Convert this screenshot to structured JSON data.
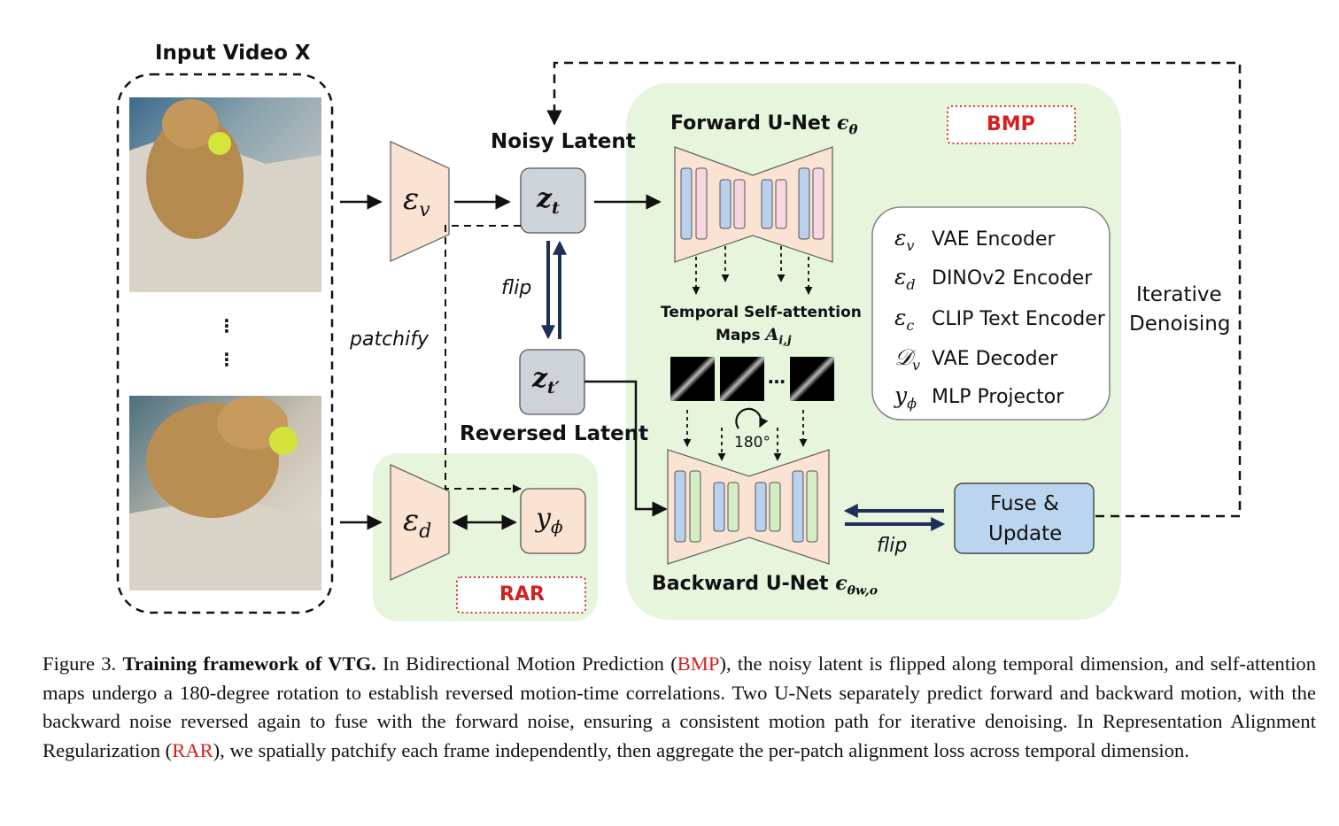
{
  "figure": {
    "input_title": "Input Video X",
    "ellipsis": "⋮",
    "noisy_latent_title": "Noisy Latent",
    "reversed_latent_title": "Reversed Latent",
    "zt": "z",
    "zt_sub": "t",
    "ztp_sub": "t′",
    "flip_top": "flip",
    "flip_bottom": "flip",
    "patchify": "patchify",
    "enc_v": "ε",
    "enc_v_sub": "v",
    "enc_d": "ε",
    "enc_d_sub": "d",
    "proj": "y",
    "proj_sub": "ϕ",
    "rar_label": "RAR",
    "bmp_label": "BMP",
    "forward_unet_label": "Forward U-Net",
    "forward_unet_sym": "ϵ",
    "forward_unet_sub": "θ",
    "backward_unet_label": "Backward U-Net",
    "backward_unet_sym": "ϵ",
    "backward_unet_sub": "θw,o",
    "attn_title_1": "Temporal Self-attention",
    "attn_title_2": "Maps",
    "attn_sym": "A",
    "attn_sub": "i,j",
    "attn_dots": "…",
    "rotation": "180°",
    "fuse_line1": "Fuse &",
    "fuse_line2": "Update",
    "iter_line1": "Iterative",
    "iter_line2": "Denoising",
    "legend": [
      {
        "sym": "ε",
        "sub": "v",
        "text": "VAE Encoder"
      },
      {
        "sym": "ε",
        "sub": "d",
        "text": "DINOv2 Encoder"
      },
      {
        "sym": "ε",
        "sub": "c",
        "text": "CLIP Text Encoder"
      },
      {
        "sym": "𝒟",
        "sub": "v",
        "text": "VAE Decoder"
      },
      {
        "sym": "y",
        "sub": "ϕ",
        "text": "MLP Projector"
      }
    ],
    "colors": {
      "green_panel": "#e6f5dc",
      "encoder_fill": "#fbe3d4",
      "latent_fill": "#cdd3d8",
      "fuse_fill": "#bcd5ee",
      "bar_blue": "#b9d1ee",
      "bar_pink": "#f8d6e0",
      "bar_green": "#d5edc4",
      "arrow_navy": "#1f2f5a",
      "red": "#d42020"
    }
  },
  "caption": {
    "prefix": "Figure 3.",
    "bold": "Training framework of VTG.",
    "part1": "In Bidirectional Motion Prediction (",
    "bmp": "BMP",
    "part2": "), the noisy latent is flipped along temporal dimension, and self-attention maps undergo a 180-degree rotation to establish reversed motion-time correlations. Two U-Nets separately predict forward and backward motion, with the backward noise reversed again to fuse with the forward noise, ensuring a consistent motion path for iterative denoising. In Representation Alignment Regularization (",
    "rar": "RAR",
    "part3": "), we spatially patchify each frame independently, then aggregate the per-patch alignment loss across temporal dimension."
  }
}
